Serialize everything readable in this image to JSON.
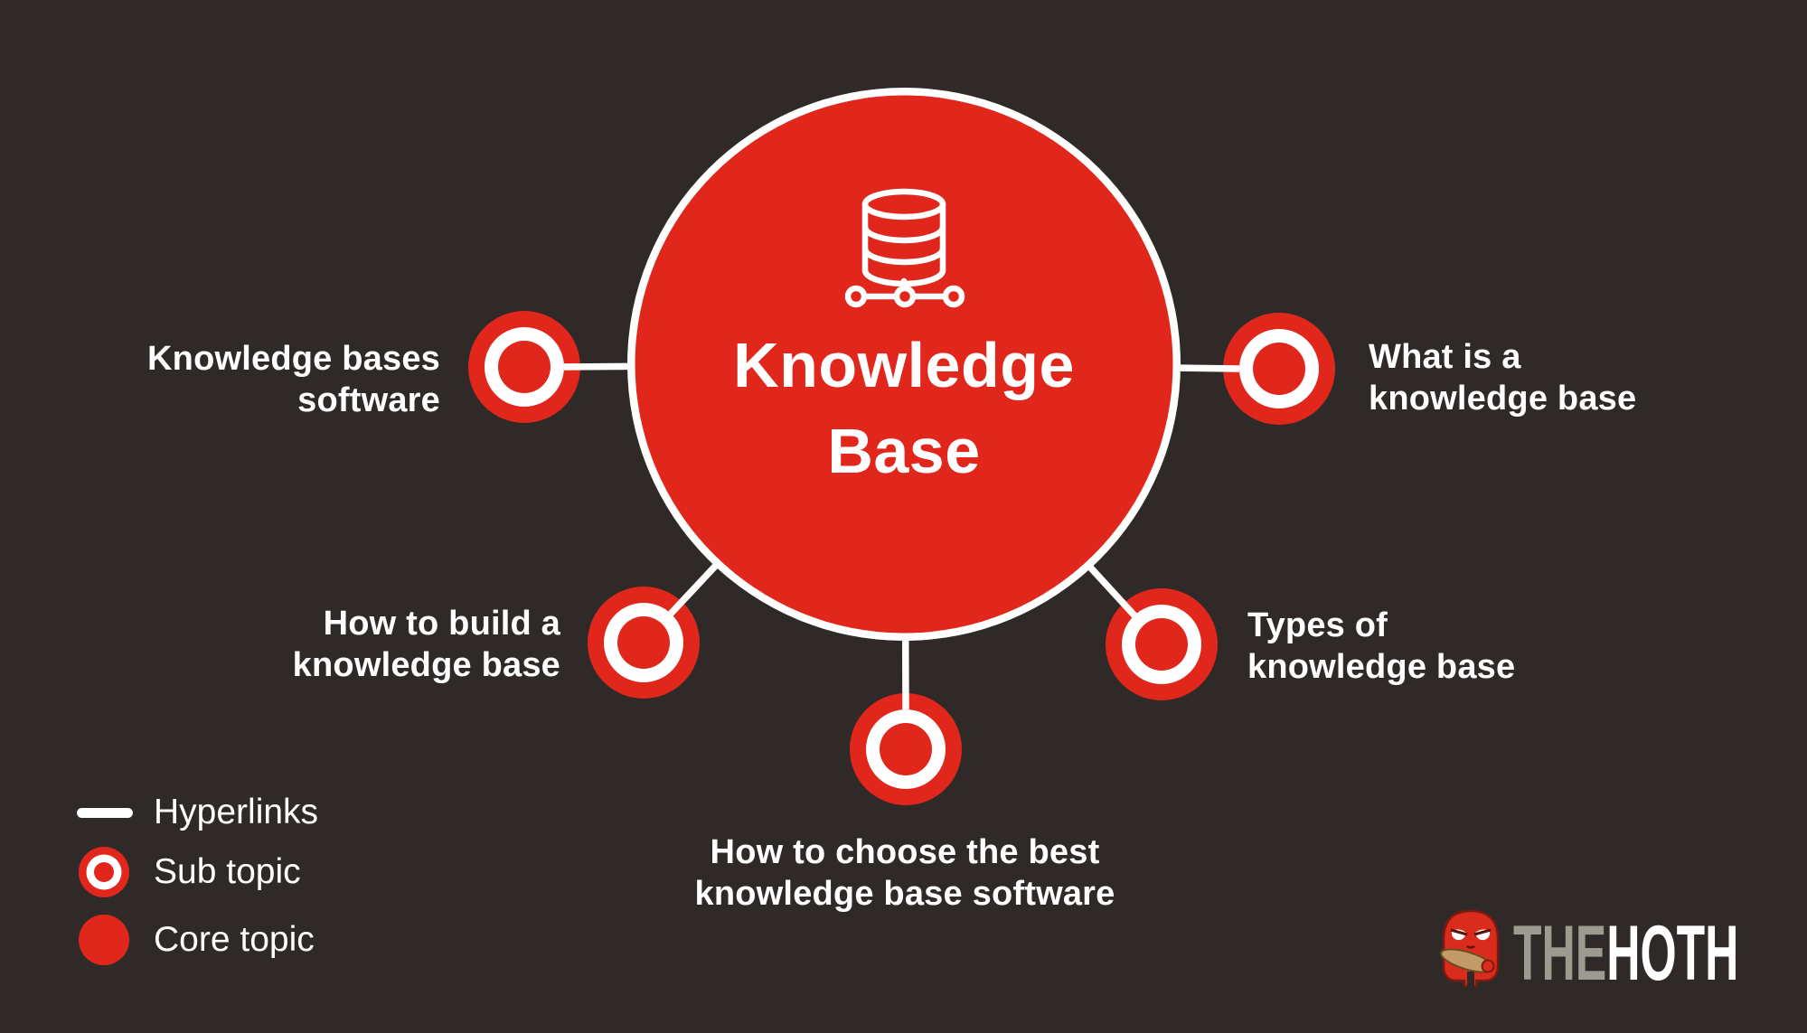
{
  "colors": {
    "background": "#2f2a27",
    "topic_red": "#e1271c",
    "line_white": "#ffffff",
    "logo_the_gray": "#9d9a90",
    "mascot_club_tan": "#c19a66"
  },
  "center": {
    "title_line1": "Knowledge",
    "title_line2": "Base",
    "icon": "database-network-icon"
  },
  "satellites": {
    "left_top": {
      "line1": "Knowledge bases",
      "line2": "software"
    },
    "right_top": {
      "line1": "What is a",
      "line2": "knowledge base"
    },
    "left_bottom": {
      "line1": "How to build a",
      "line2": "knowledge base"
    },
    "right_bottom": {
      "line1": "Types of",
      "line2": "knowledge base"
    },
    "bottom_center": {
      "line1": "How to choose the best",
      "line2": "knowledge base software"
    }
  },
  "legend": {
    "hyperlinks_label": "Hyperlinks",
    "sub_topic_label": "Sub topic",
    "core_topic_label": "Core topic"
  },
  "logo": {
    "the": "THE",
    "hoth": "HOTH"
  }
}
